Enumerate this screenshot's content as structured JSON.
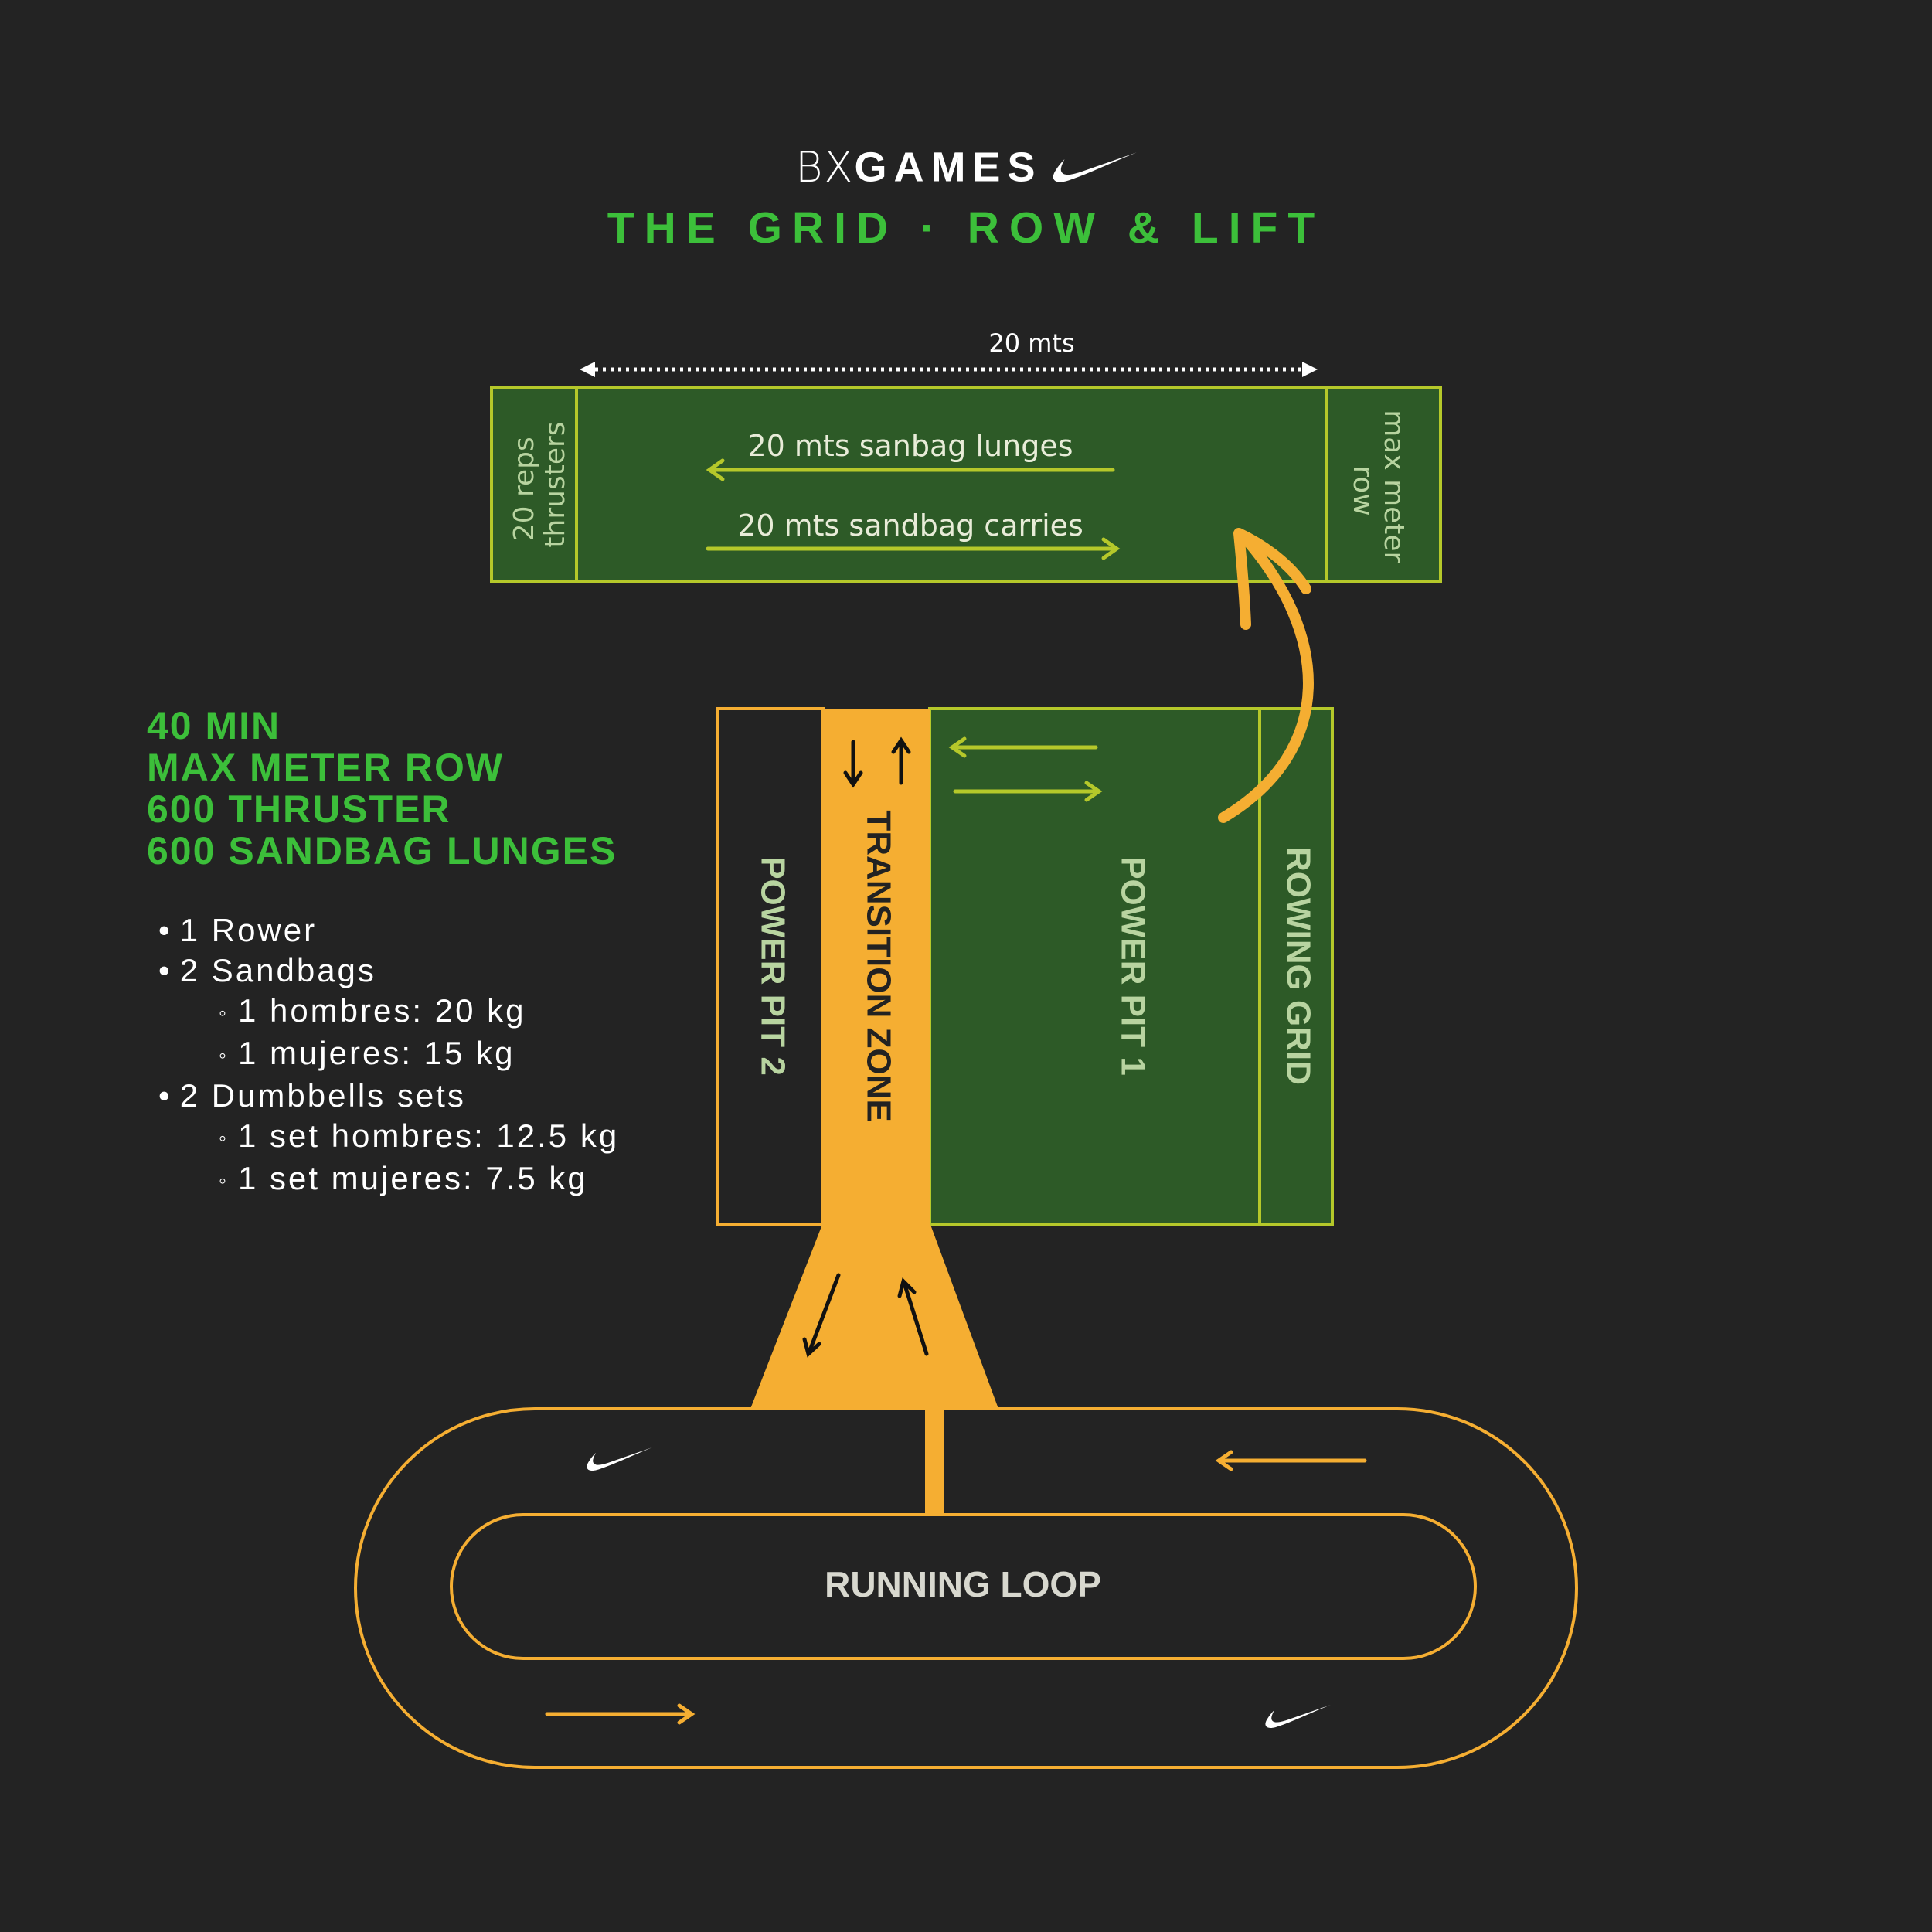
{
  "header": {
    "brand_bx": "BX",
    "brand_games": "GAMES",
    "title": "THE GRID · ROW & LIFT"
  },
  "workout": {
    "lines": [
      "40 MIN",
      "MAX METER ROW",
      "600 THRUSTER",
      "600 SANDBAG LUNGES"
    ]
  },
  "equipment": {
    "items": [
      {
        "level": 1,
        "text": "1 Rower"
      },
      {
        "level": 1,
        "text": "2 Sandbags"
      },
      {
        "level": 2,
        "text": "1 hombres: 20 kg"
      },
      {
        "level": 2,
        "text": "1 mujeres: 15 kg"
      },
      {
        "level": 1,
        "text": "2 Dumbbells sets"
      },
      {
        "level": 2,
        "text": "1 set hombres: 12.5 kg"
      },
      {
        "level": 2,
        "text": "1 set mujeres: 7.5 kg"
      }
    ]
  },
  "lane": {
    "distance": "20 mts",
    "left_label": "20 reps thrusters",
    "right_label": "max meter row",
    "lunges": "20 mts sanbag lunges",
    "carries": "20 mts sandbag carries"
  },
  "zones": {
    "power_pit_2": "POWER PIT 2",
    "transition_zone": "TRANSITION ZONE",
    "power_pit_1": "POWER PIT 1",
    "rowing_grid": "ROWING GRID",
    "running_loop": "RUNNING LOOP"
  },
  "colors": {
    "background": "#232323",
    "green_accent": "#3cbf3a",
    "dark_green": "#2d5a27",
    "lime_border": "#b5c82a",
    "orange": "#f5ae32",
    "zone_text": "#b8d4a0",
    "loop_text": "#d8d8cf"
  },
  "icons": [
    "swoosh-icon"
  ]
}
